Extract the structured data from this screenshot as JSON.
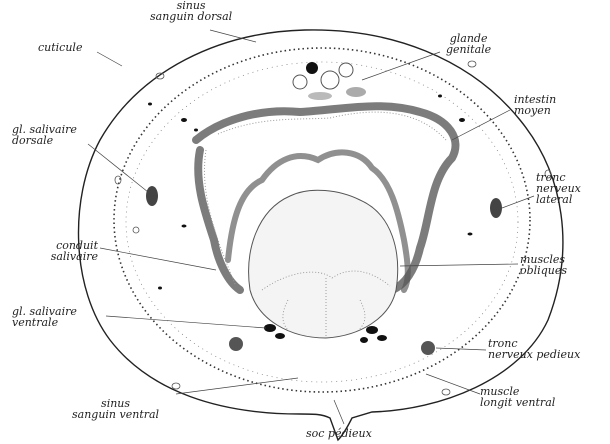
{
  "diagram": {
    "labels": {
      "sinus_dorsal": [
        "sinus",
        "sanguin dorsal"
      ],
      "glande_genitale": [
        "glande",
        "genitale"
      ],
      "cuticule": [
        "cuticule"
      ],
      "intestin_moyen": [
        "intestin",
        "moyen"
      ],
      "gl_salivaire_dorsale": [
        "gl. salivaire",
        "dorsale"
      ],
      "tronc_nerveux_lateral": [
        "tronc",
        "nerveux",
        "lateral"
      ],
      "conduit_salivaire": [
        "conduit",
        "salivaire"
      ],
      "muscles_obliques": [
        "muscles",
        "obliques"
      ],
      "gl_salivaire_ventrale": [
        "gl. salivaire",
        "ventrale"
      ],
      "tronc_nerveux_pedieux": [
        "tronc",
        "nerveux pedieux"
      ],
      "sinus_ventral": [
        "sinus",
        "sanguin ventral"
      ],
      "muscle_longit_ventral": [
        "muscle",
        "longit ventral"
      ],
      "soc_pedieux": [
        "soc pédieux"
      ]
    },
    "colors": {
      "ink": "#222222",
      "tissue": "#555555",
      "dark": "#111111"
    }
  }
}
